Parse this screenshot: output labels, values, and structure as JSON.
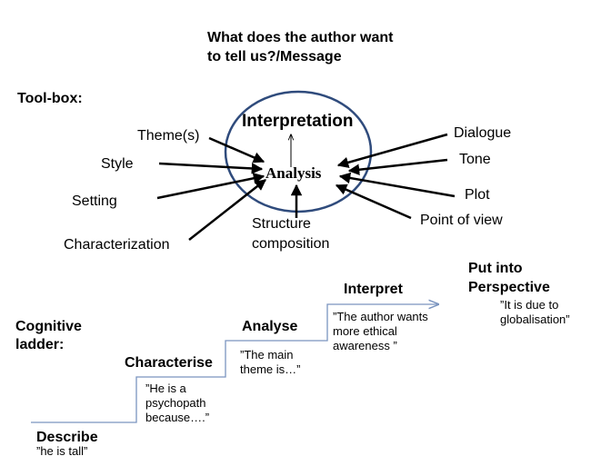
{
  "header": {
    "question_line1": "What does the author want",
    "question_line2": "to tell us?/Message"
  },
  "toolbox": {
    "title": "Tool-box:",
    "center_title": "Interpretation",
    "center_core": "Analysis",
    "left_tools": [
      "Theme(s)",
      "Style",
      "Setting",
      "Characterization"
    ],
    "right_tools": [
      "Dialogue",
      "Tone",
      "Plot",
      "Point of view"
    ],
    "bottom_tool_line1": "Structure",
    "bottom_tool_line2": "composition"
  },
  "ladder": {
    "title_line1": "Cognitive",
    "title_line2": "ladder:",
    "steps": [
      {
        "label": "Describe",
        "quote": [
          "”he is tall”"
        ]
      },
      {
        "label": "Characterise",
        "quote": [
          "”He is a",
          "psychopath",
          "because….”"
        ]
      },
      {
        "label": "Analyse",
        "quote": [
          "”The  main",
          "theme is…”"
        ]
      },
      {
        "label": "Interpret",
        "quote": [
          "”The author wants",
          "more ethical",
          "awareness ”"
        ]
      },
      {
        "label_line1": "Put into",
        "label_line2": "Perspective",
        "quote": [
          "”It is due to",
          "globalisation”"
        ]
      }
    ]
  },
  "colors": {
    "ellipse": "#2f4b7c",
    "ladder": "#7a94bf",
    "arrow": "#000000"
  }
}
